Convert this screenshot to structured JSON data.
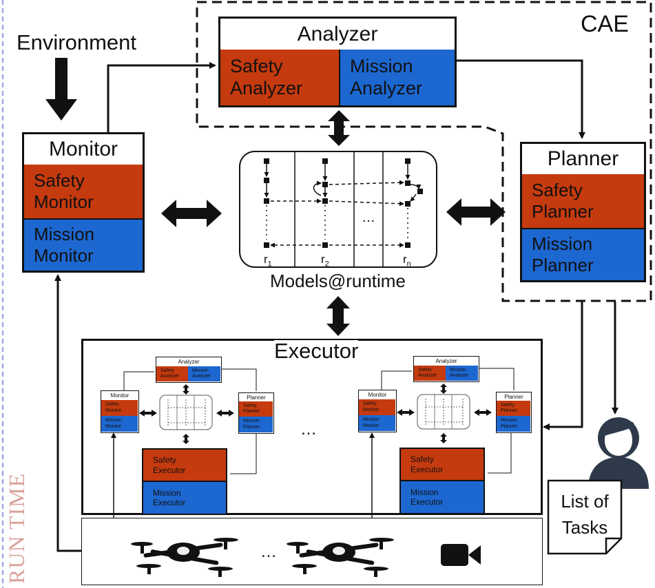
{
  "sidebar": {
    "run_time": "RUN TIME"
  },
  "cae": {
    "label": "CAE"
  },
  "environment": {
    "label": "Environment"
  },
  "analyzer": {
    "title": "Analyzer",
    "safety": [
      "Safety",
      "Analyzer"
    ],
    "mission": [
      "Mission",
      "Analyzer"
    ]
  },
  "monitor": {
    "title": "Monitor",
    "safety": [
      "Safety",
      "Monitor"
    ],
    "mission": [
      "Mission",
      "Monitor"
    ]
  },
  "planner": {
    "title": "Planner",
    "safety": [
      "Safety",
      "Planner"
    ],
    "mission": [
      "Mission",
      "Planner"
    ]
  },
  "models": {
    "label": "Models@runtime",
    "columns": [
      {
        "label": "r",
        "sub": "1"
      },
      {
        "label": "r",
        "sub": "2"
      },
      {
        "label": "…",
        "sub": ""
      },
      {
        "label": "r",
        "sub": "n"
      }
    ]
  },
  "executor": {
    "title": "Executor",
    "ellipsis": "…",
    "mini": {
      "analyzer": "Analyzer",
      "safety_analyzer": [
        "Safety",
        "Analyzer"
      ],
      "mission_analyzer": [
        "Mission",
        "Analyzer"
      ],
      "monitor": "Monitor",
      "safety_monitor": [
        "Safety",
        "Monitor"
      ],
      "mission_monitor": [
        "Mission",
        "Monitor"
      ],
      "planner": "Planner",
      "safety_planner": [
        "Safety",
        "Planner"
      ],
      "mission_planner": [
        "Mission",
        "Planner"
      ],
      "safety_executor": [
        "Safety",
        "Executor"
      ],
      "mission_executor": [
        "Mission",
        "Executor"
      ]
    }
  },
  "devices": {
    "ellipsis": "…",
    "drone_icon": "drone-icon",
    "camera_icon": "video-camera-icon"
  },
  "tasks": {
    "label": [
      "List of",
      "Tasks"
    ],
    "person_icon": "person-icon"
  },
  "colors": {
    "safety": "#c53a0e",
    "mission": "#1d67d0",
    "stroke": "#111111",
    "sidebar": "#d9a39a",
    "dash": "#9aa7e0"
  }
}
